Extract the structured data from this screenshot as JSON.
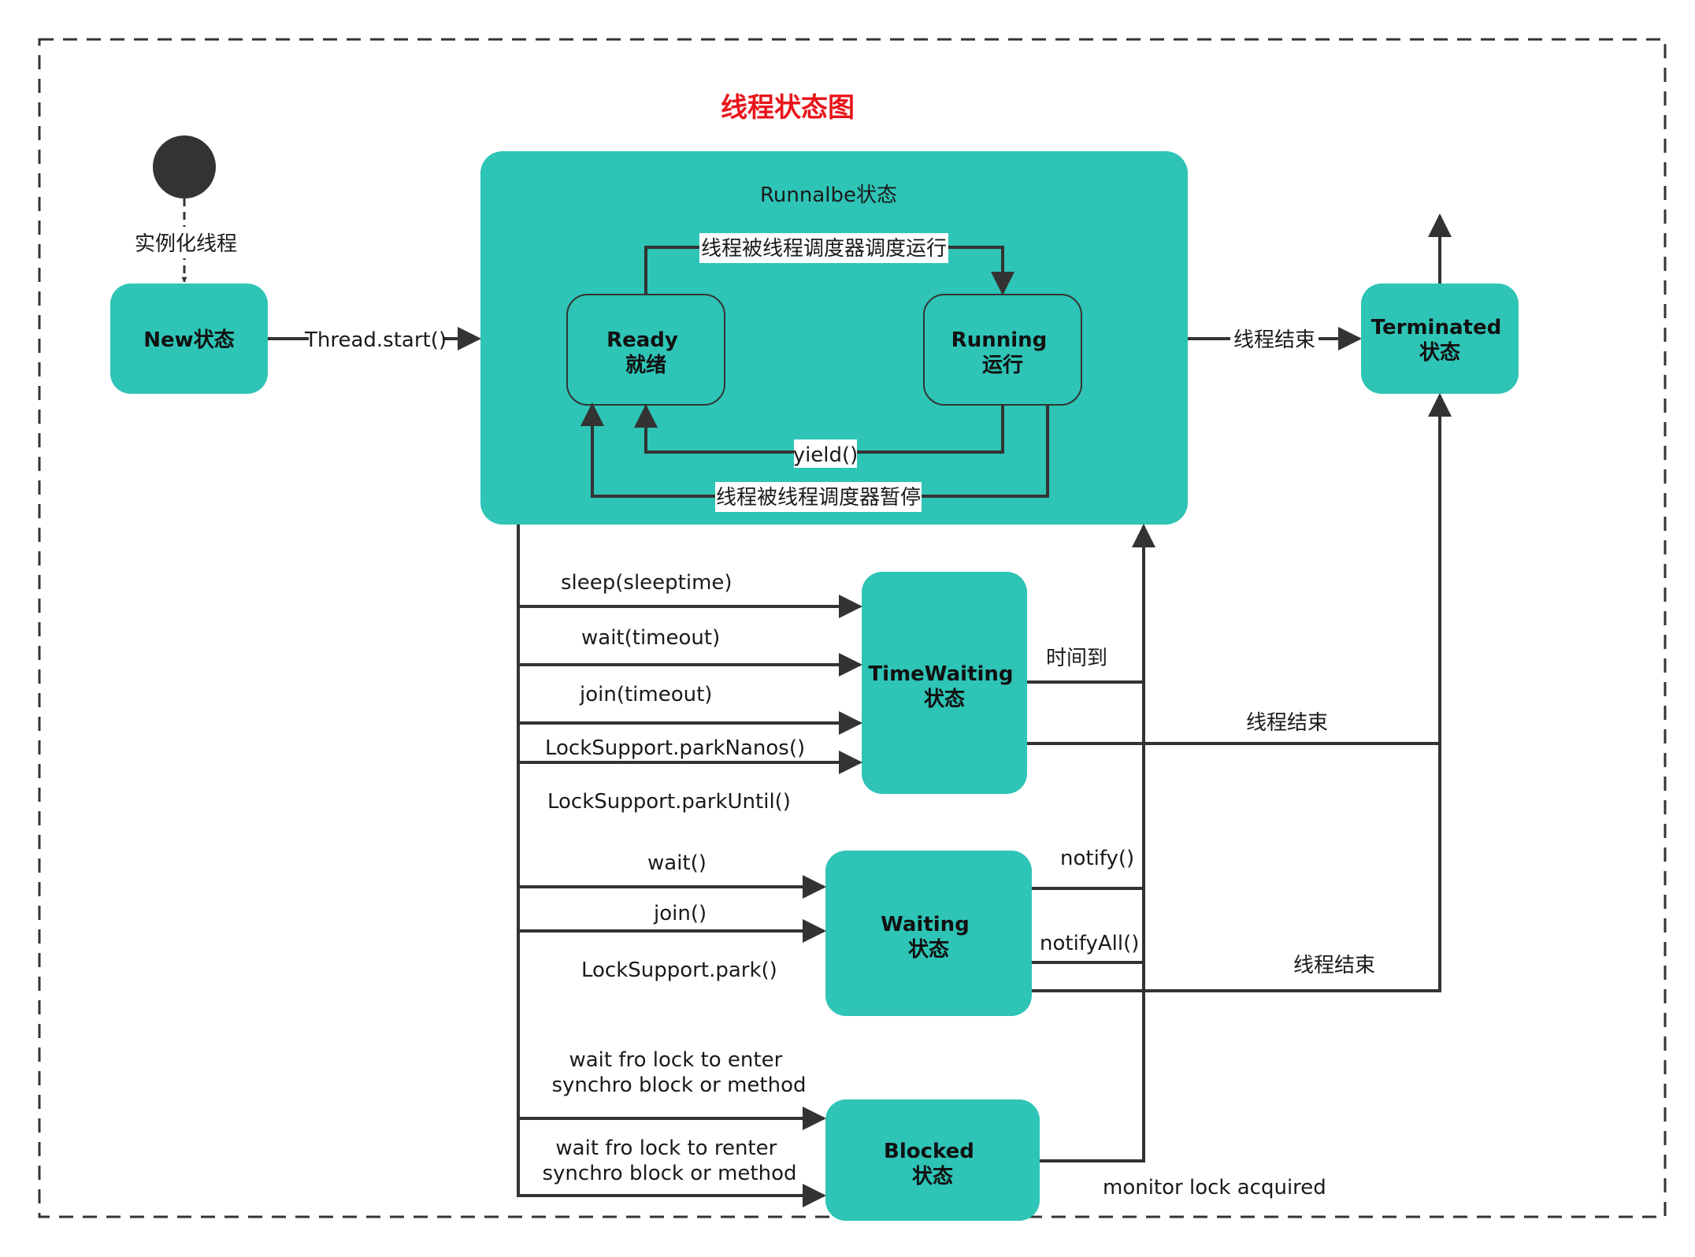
{
  "colors": {
    "state_fill": "#2ec4b6",
    "line": "#333333",
    "title": "#e8151b",
    "initial_node": "#333333"
  },
  "title": "线程状态图",
  "states": {
    "new": "New状态",
    "runnable": "Runnalbe状态",
    "ready": [
      "Ready",
      "就绪"
    ],
    "running": [
      "Running",
      "运行"
    ],
    "terminated": [
      "Terminated",
      "状态"
    ],
    "timewaiting": [
      "TimeWaiting",
      "状态"
    ],
    "waiting": [
      "Waiting",
      "状态"
    ],
    "blocked": [
      "Blocked",
      "状态"
    ]
  },
  "labels": {
    "instantiate": "实例化线程",
    "thread_start": "Thread.start()",
    "scheduled_run": "线程被线程调度器调度运行",
    "yield": "yield()",
    "scheduler_pause": "线程被线程调度器暂停",
    "thread_end_top": "线程结束",
    "sleep": "sleep(sleeptime)",
    "wait_timeout": "wait(timeout)",
    "join_timeout": "join(timeout)",
    "park_nanos": "LockSupport.parkNanos()",
    "park_until": "LockSupport.parkUntil()",
    "time_up": "时间到",
    "thread_end_tw": "线程结束",
    "wait": "wait()",
    "join": "join()",
    "park": "LockSupport.park()",
    "notify": "notify()",
    "notify_all": "notifyAll()",
    "thread_end_w": "线程结束",
    "wait_lock_enter": [
      "wait fro lock to enter",
      "synchro block or method"
    ],
    "wait_lock_renter": [
      "wait fro lock to renter",
      "synchro block or method"
    ],
    "monitor_acquired": "monitor lock acquired"
  }
}
